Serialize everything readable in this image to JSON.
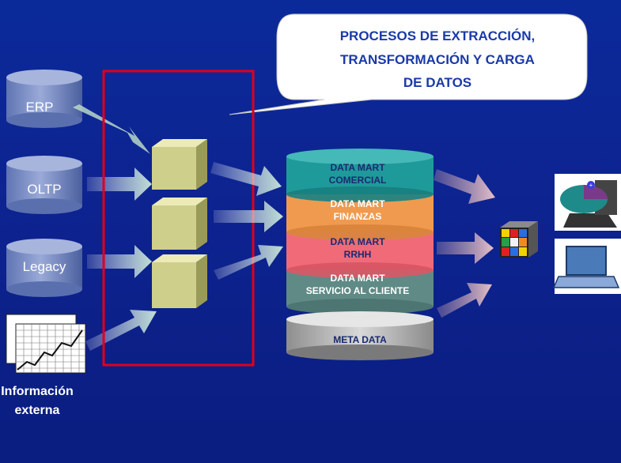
{
  "callout": {
    "line1": "PROCESOS DE EXTRACCIÓN,",
    "line2": "TRANSFORMACIÓN Y CARGA",
    "line3": "DE DATOS"
  },
  "sources": [
    {
      "label": "ERP"
    },
    {
      "label": "OLTP"
    },
    {
      "label": "Legacy"
    }
  ],
  "external": {
    "line1": "Información",
    "line2": "externa"
  },
  "data_marts": [
    {
      "line1": "DATA MART",
      "line2": "COMERCIAL",
      "color": "#1f9a9a"
    },
    {
      "line1": "DATA MART",
      "line2": "FINANZAS",
      "color": "#f09a50"
    },
    {
      "line1": "DATA MART",
      "line2": "RRHH",
      "color": "#f06a78"
    },
    {
      "line1": "DATA MART",
      "line2": "SERVICIO AL CLIENTE",
      "color": "#5f8a86"
    }
  ],
  "meta": {
    "label": "META DATA"
  },
  "colors": {
    "background": "#0b2a9a",
    "etl_box": "#e0001a",
    "callout_text": "#0b2a9a",
    "cube": "#d8d89a",
    "source_cylinder": "#7f93c8"
  },
  "icons": [
    "rubik-cube-icon",
    "laptop-pie-chart-icon",
    "laptop-icon"
  ]
}
